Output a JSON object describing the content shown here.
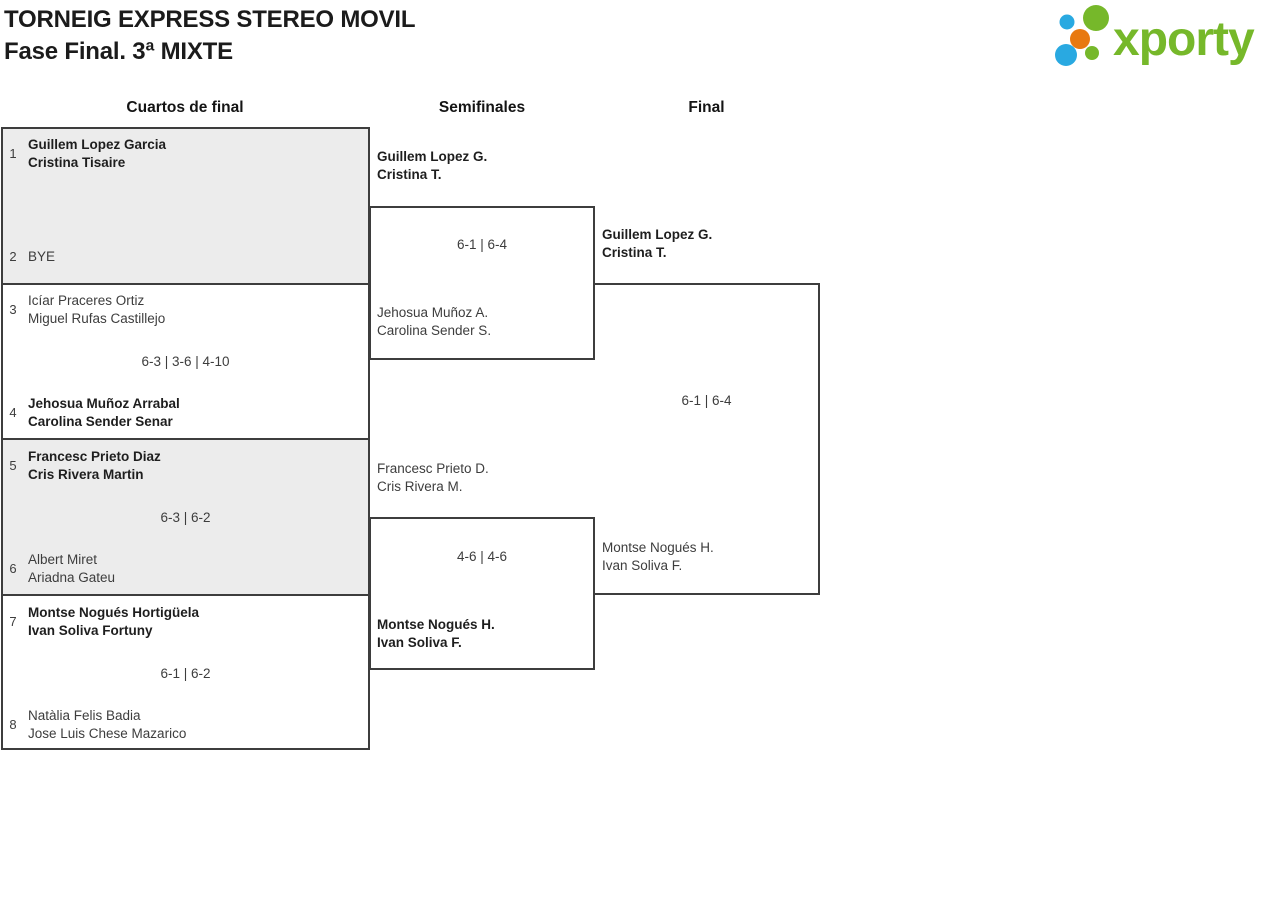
{
  "header": {
    "title_line1": "TORNEIG EXPRESS STEREO MOVIL",
    "title_line2": "Fase Final. 3ª MIXTE",
    "logo_text": "xporty"
  },
  "rounds": [
    "Cuartos de final",
    "Semifinales",
    "Final"
  ],
  "bracket": {
    "quarterfinals": [
      {
        "top": {
          "seed": "1",
          "lines": [
            "Guillem Lopez Garcia",
            "Cristina Tisaire"
          ],
          "winner": true
        },
        "bottom": {
          "seed": "2",
          "lines": [
            "BYE"
          ],
          "winner": false
        },
        "score": ""
      },
      {
        "top": {
          "seed": "3",
          "lines": [
            "Icíar Praceres Ortiz",
            "Miguel Rufas Castillejo"
          ],
          "winner": false
        },
        "bottom": {
          "seed": "4",
          "lines": [
            "Jehosua Muñoz Arrabal",
            "Carolina Sender Senar"
          ],
          "winner": true
        },
        "score": "6-3 | 3-6 | 4-10"
      },
      {
        "top": {
          "seed": "5",
          "lines": [
            "Francesc Prieto Diaz",
            "Cris Rivera Martin"
          ],
          "winner": true
        },
        "bottom": {
          "seed": "6",
          "lines": [
            "Albert Miret",
            "Ariadna Gateu"
          ],
          "winner": false
        },
        "score": "6-3 | 6-2"
      },
      {
        "top": {
          "seed": "7",
          "lines": [
            "Montse Nogués Hortigüela",
            "Ivan Soliva Fortuny"
          ],
          "winner": true
        },
        "bottom": {
          "seed": "8",
          "lines": [
            "Natàlia Felis Badia",
            "Jose Luis Chese Mazarico"
          ],
          "winner": false
        },
        "score": "6-1 | 6-2"
      }
    ],
    "semifinals": [
      {
        "top": {
          "lines": [
            "Guillem Lopez G.",
            "Cristina T."
          ],
          "winner": true
        },
        "bottom": {
          "lines": [
            "Jehosua Muñoz A.",
            "Carolina Sender S."
          ],
          "winner": false
        },
        "score": "6-1 | 6-4"
      },
      {
        "top": {
          "lines": [
            "Francesc Prieto D.",
            "Cris Rivera M."
          ],
          "winner": false
        },
        "bottom": {
          "lines": [
            "Montse Nogués H.",
            "Ivan Soliva F."
          ],
          "winner": true
        },
        "score": "4-6 | 4-6"
      }
    ],
    "final": {
      "top": {
        "lines": [
          "Guillem Lopez G.",
          "Cristina T."
        ],
        "winner": true
      },
      "bottom": {
        "lines": [
          "Montse Nogués H.",
          "Ivan Soliva F."
        ],
        "winner": false
      },
      "score": "6-1 | 6-4"
    }
  },
  "colors": {
    "logo_green": "#76b82a",
    "logo_blue": "#29a9e1",
    "logo_orange": "#e8790f",
    "border": "#3d3d3d",
    "match_alt_background": "#ececec"
  }
}
